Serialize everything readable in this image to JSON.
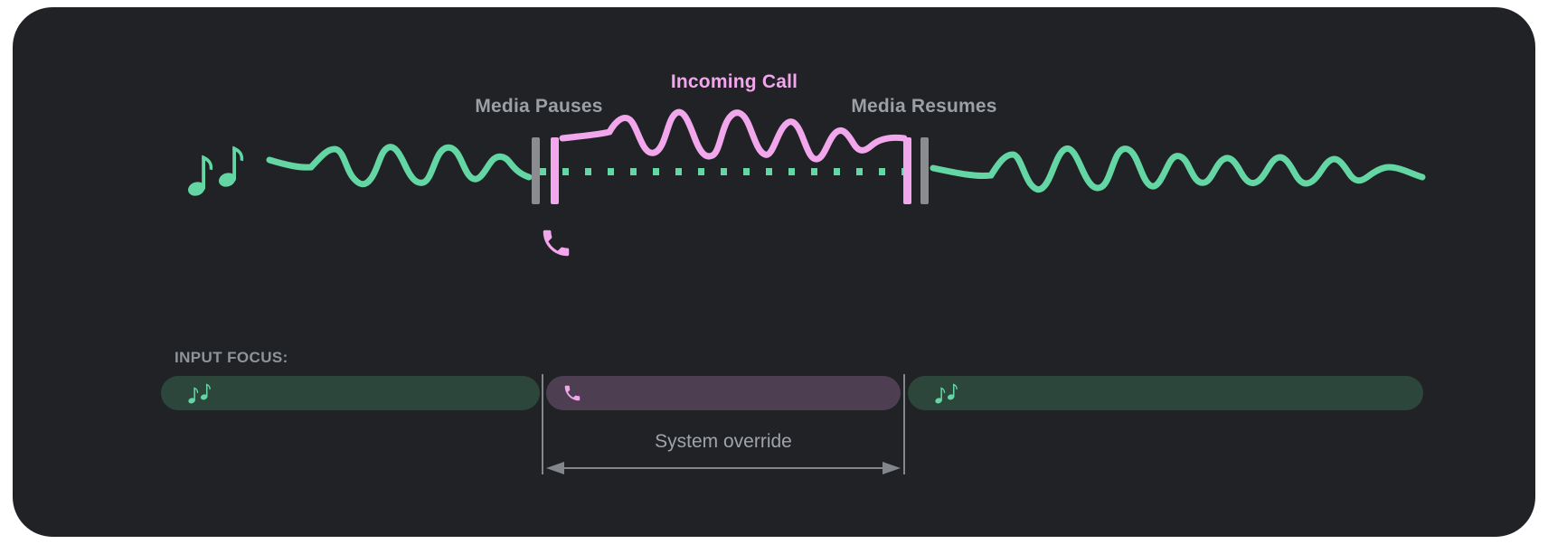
{
  "diagram": {
    "labels": {
      "media_pauses": "Media Pauses",
      "incoming_call": "Incoming Call",
      "media_resumes": "Media Resumes"
    },
    "icons": {
      "media": "music-notes-icon",
      "call": "phone-icon"
    }
  },
  "input_focus": {
    "label": "INPUT FOCUS:",
    "annotation": "System override",
    "segments": [
      {
        "type": "media",
        "icon": "music-notes-icon"
      },
      {
        "type": "call",
        "icon": "phone-icon"
      },
      {
        "type": "media",
        "icon": "music-notes-icon"
      }
    ]
  },
  "colors": {
    "page_background": "#ffffff",
    "card_background": "#202226",
    "media_green": "#63d6a4",
    "media_green_dark": "#2d463c",
    "call_pink": "#f2a6ec",
    "call_purple_dark": "#4d3e51",
    "pause_marker_gray": "#8a8c90",
    "label_gray": "#9aa0a6",
    "annotation_gray": "#a0a4a9",
    "guide_gray": "#83868b"
  }
}
